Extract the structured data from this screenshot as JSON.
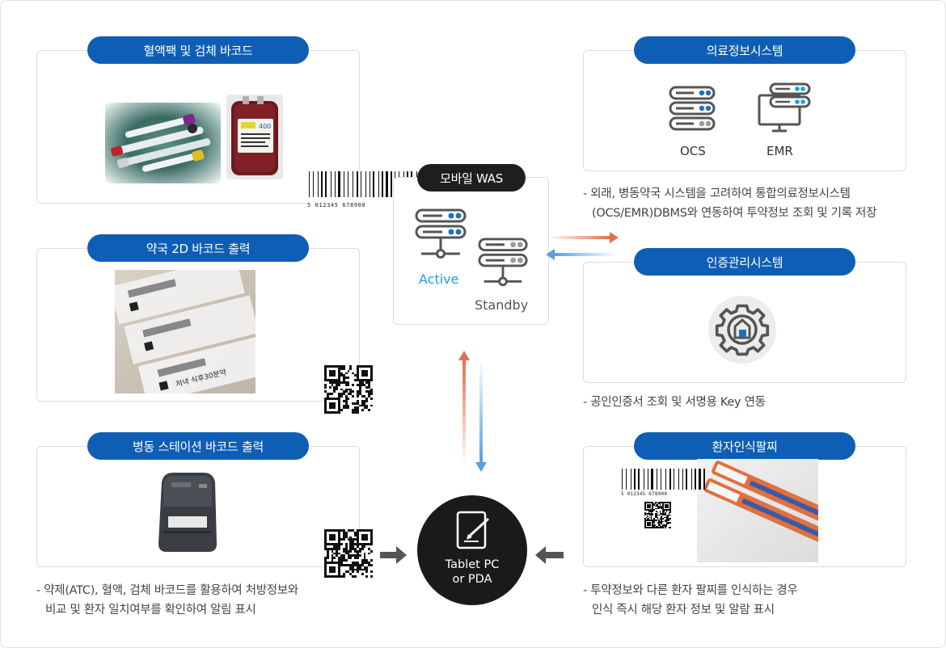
{
  "sections": {
    "blood_bag": {
      "title": "혈액팩 및 검체 바코드"
    },
    "pharmacy": {
      "title": "약국 2D 바코드 출력"
    },
    "ward": {
      "title": "병동 스테이션 바코드 출력"
    },
    "medical_info": {
      "title": "의료정보시스템",
      "ocs": "OCS",
      "emr": "EMR"
    },
    "auth": {
      "title": "인증관리시스템"
    },
    "wristband": {
      "title": "환자인식팔찌"
    },
    "was": {
      "title": "모바일 WAS",
      "active": "Active",
      "standby": "Standby"
    },
    "tablet": {
      "line1": "Tablet PC",
      "line2": "or PDA"
    }
  },
  "notes": {
    "medical_info": [
      "- 외래, 병동약국 시스템을 고려하여 통합의료정보시스템",
      "(OCS/EMR)DBMS와 연동하여 투약정보 조회 및 기록 저장"
    ],
    "auth": [
      "- 공인인증서 조회 및 서명용 Key 연동"
    ],
    "ward": [
      "- 약제(ATC), 혈액, 검체 바코드를 활용하여 처방정보와",
      "비교 및 환자 일치여부를 확인하여 알림 표시"
    ],
    "wristband": [
      "- 투약정보와 다른 환자 팔찌를 인식하는 경우",
      "인식 즉시 해당 환자 정보 및 알람 표시"
    ]
  },
  "barcode_digits": "5 012345 678900",
  "photo_text": {
    "pack1": "저녁 식후30분약",
    "bag": "400"
  },
  "colors": {
    "pill_blue": "#0f5eb5",
    "pill_dark": "#1e1e1e",
    "arrow_red": "#e07050",
    "arrow_blue": "#5aa0dd",
    "active_blue": "#1aa0e0"
  },
  "icons": {
    "server": "server-icon",
    "monitor": "emr-monitor-icon",
    "gear": "gear-shield-icon",
    "tablet": "tablet-pen-icon"
  }
}
